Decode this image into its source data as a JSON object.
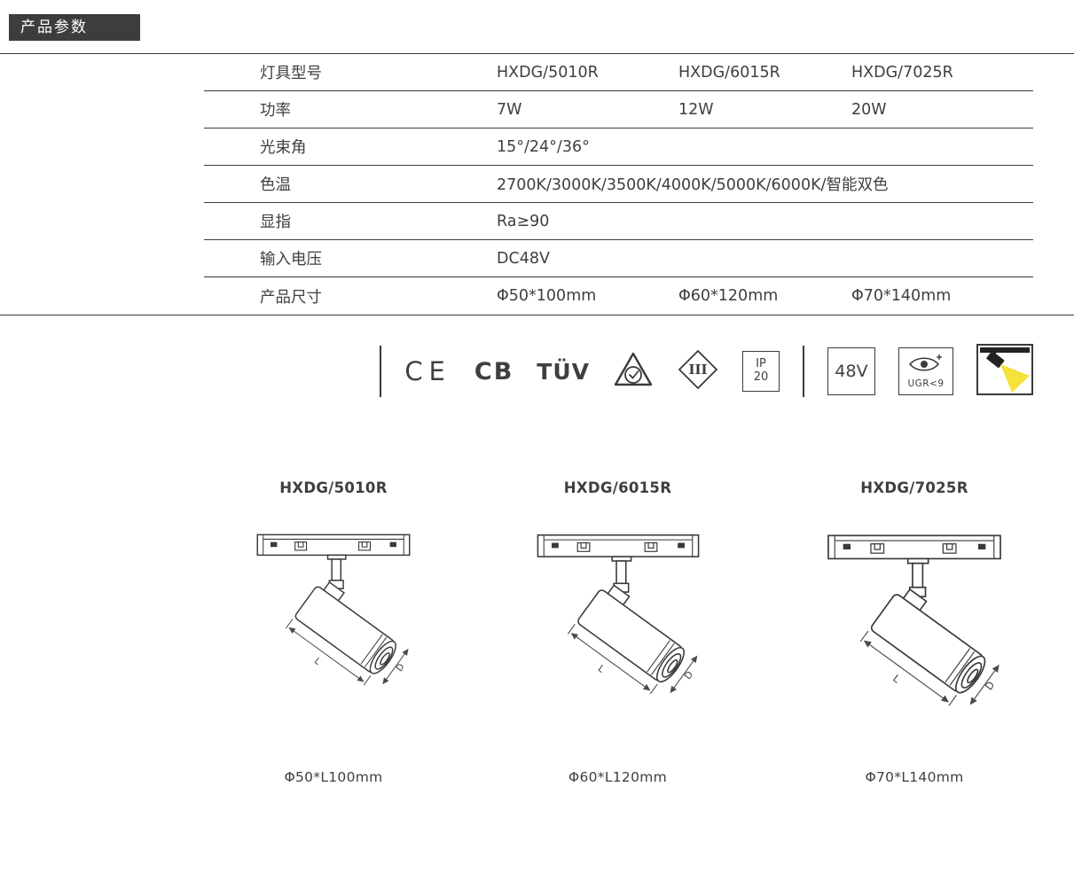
{
  "page": {
    "title_badge": "产品参数"
  },
  "spec_table": {
    "rows": [
      {
        "label": "灯具型号",
        "values": [
          "HXDG/5010R",
          "HXDG/6015R",
          "HXDG/7025R"
        ]
      },
      {
        "label": "功率",
        "values": [
          "7W",
          "12W",
          "20W"
        ]
      },
      {
        "label": "光束角",
        "values": [
          "15°/24°/36°"
        ]
      },
      {
        "label": "色温",
        "values": [
          "2700K/3000K/3500K/4000K/5000K/6000K/智能双色"
        ]
      },
      {
        "label": "显指",
        "values": [
          "Ra≥90"
        ]
      },
      {
        "label": "输入电压",
        "values": [
          "DC48V"
        ]
      },
      {
        "label": "产品尺寸",
        "values": [
          "Φ50*100mm",
          "Φ60*120mm",
          "Φ70*140mm"
        ]
      }
    ]
  },
  "certifications": {
    "ce": "CE",
    "cb": "CB",
    "tuv": "TÜV",
    "class_iii": "III",
    "ip_line1": "IP",
    "ip_line2": "20",
    "voltage": "48V",
    "ugr": "UGR<9"
  },
  "products": [
    {
      "model": "HXDG/5010R",
      "dimension": "Φ50*L100mm"
    },
    {
      "model": "HXDG/6015R",
      "dimension": "Φ60*L120mm"
    },
    {
      "model": "HXDG/7025R",
      "dimension": "Φ70*L140mm"
    }
  ],
  "drawing_labels": {
    "length": "L",
    "diameter": "D"
  }
}
